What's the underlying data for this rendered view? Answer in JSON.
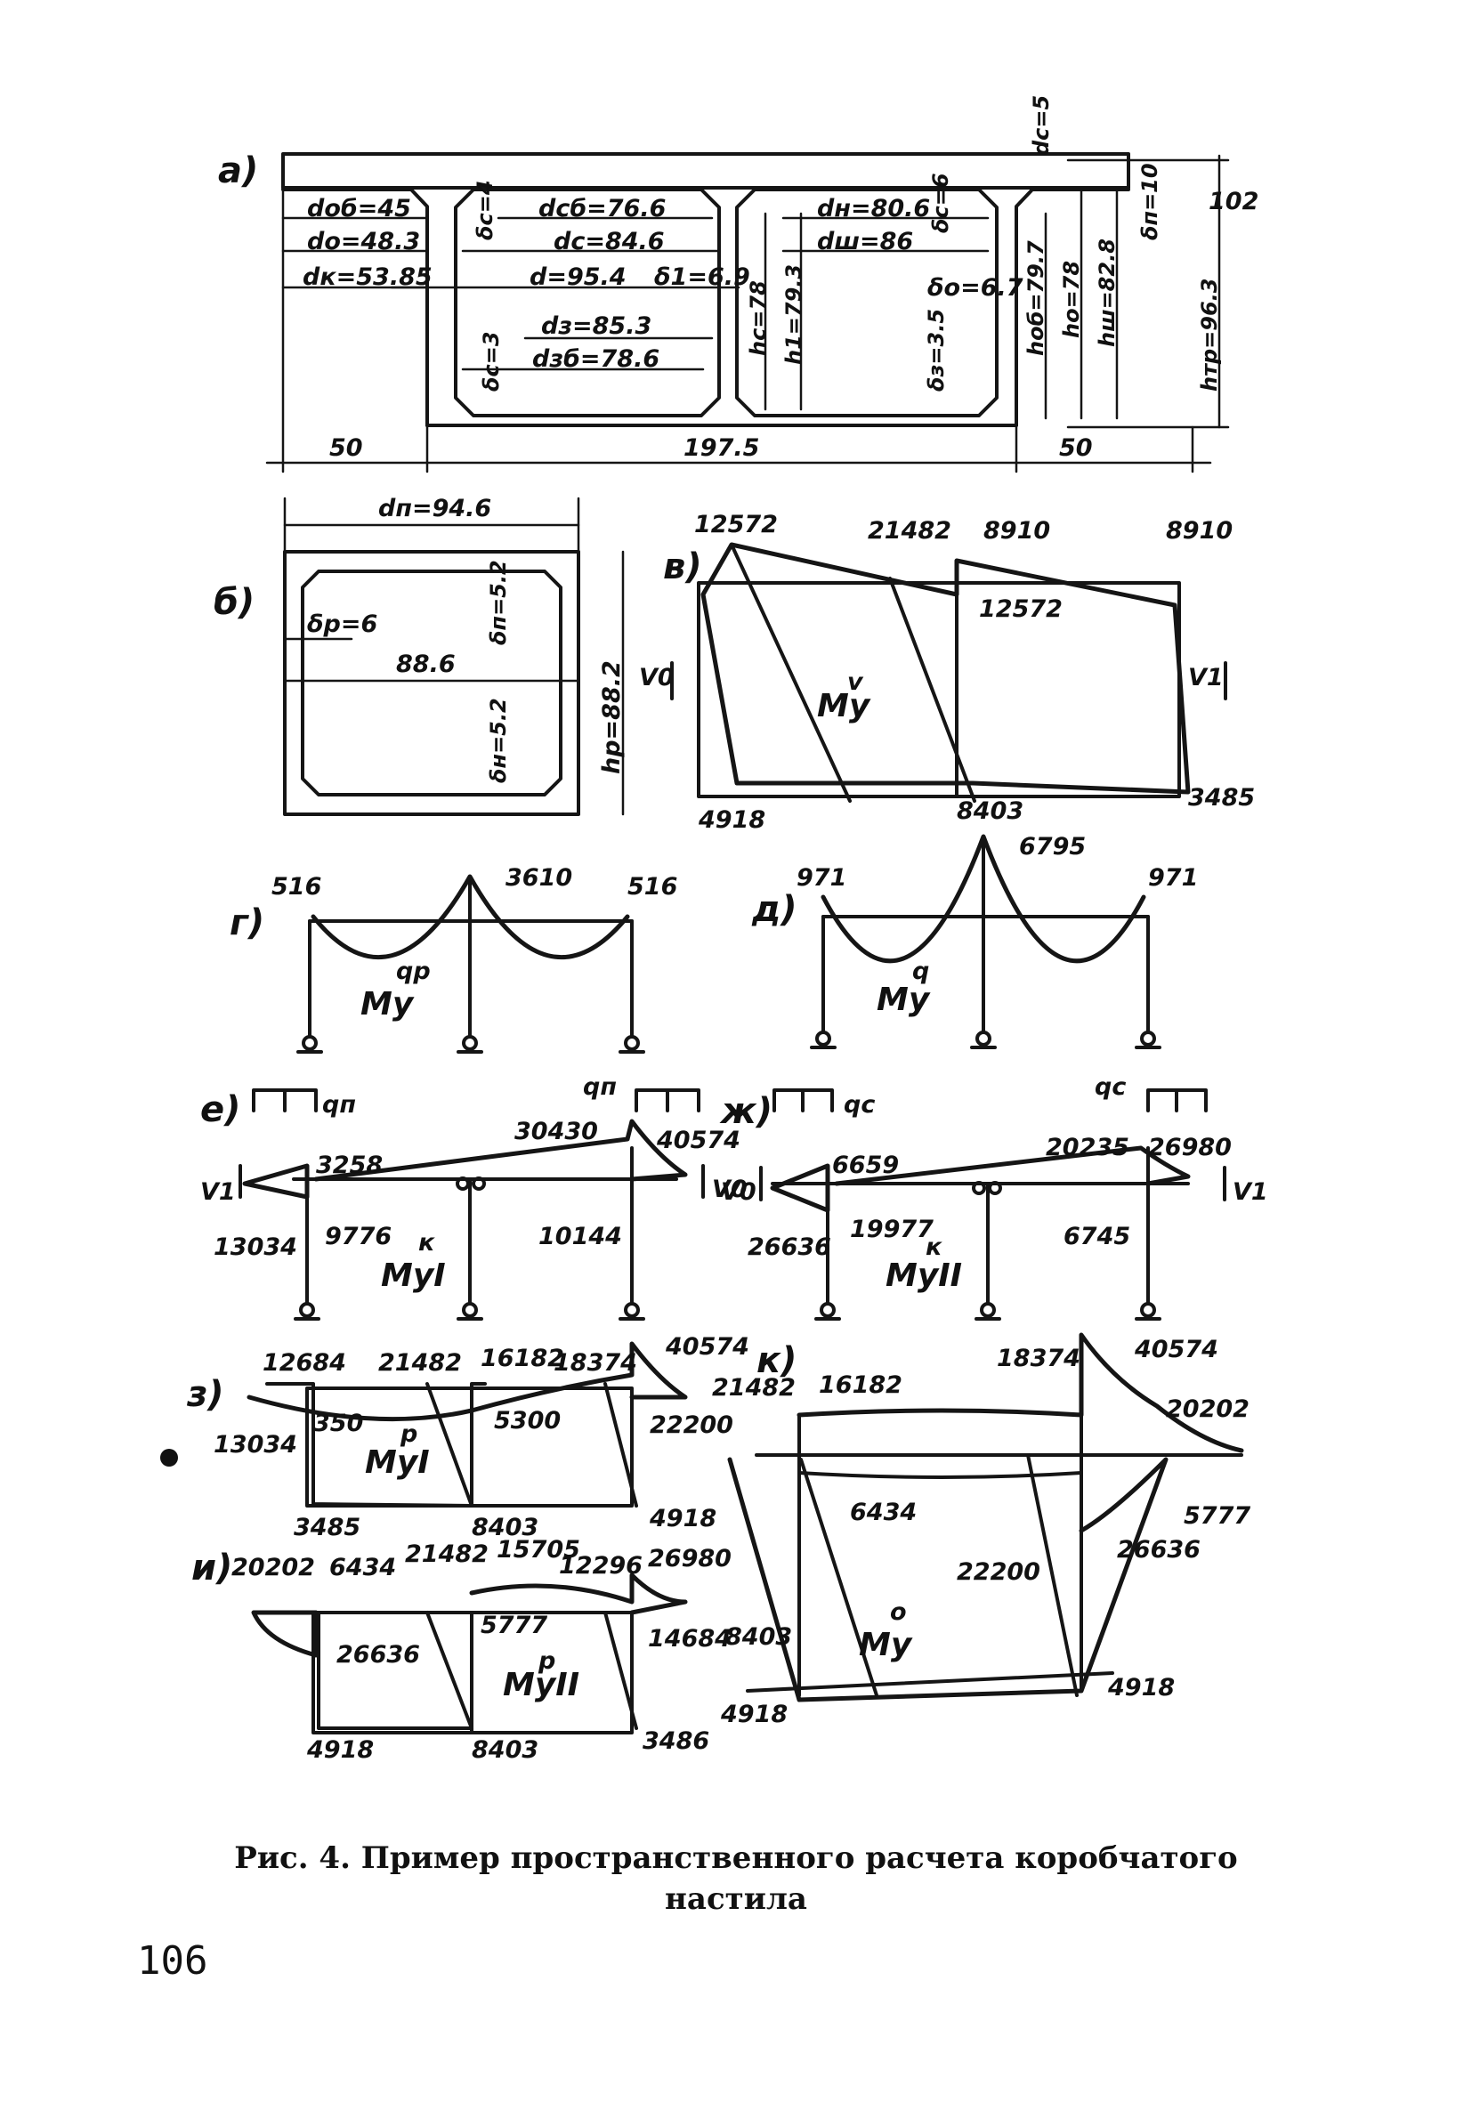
{
  "caption": {
    "line1": "Рис. 4. Пример пространственного расчета коробчатого",
    "line2": "настила"
  },
  "page_number": "106",
  "panels": {
    "a": {
      "label": "а)",
      "dims": [
        "dоб=45",
        "dо=48.3",
        "dк=53.85",
        "dсб=76.6",
        "dс=84.6",
        "d=95.4",
        "δ1=6.9",
        "dз=85.3",
        "dзб=78.6",
        "dн=80.6",
        "dш=86",
        "δо=6.7",
        "δс=6",
        "δз=3.5",
        "hс=78",
        "h1=79.3",
        "hоб=79.7",
        "hо=78",
        "hш=82.8",
        "δп=10",
        "hтр=96.3",
        "102",
        "dс=5",
        "δс=4",
        "δс=3"
      ],
      "spans": [
        "50",
        "197.5",
        "50"
      ]
    },
    "b": {
      "label": "б)",
      "dims": [
        "dп=94.6",
        "δр=6",
        "88.6",
        "δп=5.2",
        "δн=5.2",
        "hр=88.2",
        "V0"
      ]
    },
    "v": {
      "label": "в)",
      "values": [
        "12572",
        "21482",
        "8910",
        "8910",
        "12572",
        "4918",
        "8403",
        "3485"
      ],
      "moment": "Mу",
      "moment_sup": "v",
      "force": "V1"
    },
    "g": {
      "label": "г)",
      "values": [
        "516",
        "3610",
        "516"
      ],
      "moment": "Mу",
      "moment_sup": "qр"
    },
    "d": {
      "label": "д)",
      "values": [
        "971",
        "6795",
        "971"
      ],
      "moment": "Mу",
      "moment_sup": "q"
    },
    "e": {
      "label": "е)",
      "loads": [
        "qп",
        "qп"
      ],
      "values": [
        "3258",
        "13034",
        "9776",
        "30430",
        "40574",
        "10144"
      ],
      "forces": [
        "V1",
        "V0"
      ],
      "moment": "MуI",
      "moment_sup": "к"
    },
    "zh": {
      "label": "ж)",
      "loads": [
        "qс",
        "qс"
      ],
      "values": [
        "6659",
        "26636",
        "19977",
        "20235",
        "26980",
        "6745"
      ],
      "forces": [
        "V0",
        "V1"
      ],
      "moment": "MуII",
      "moment_sup": "к"
    },
    "z": {
      "label": "з)",
      "values": [
        "12684",
        "21482",
        "16182",
        "18374",
        "40574",
        "13034",
        "350",
        "5300",
        "22200",
        "3485",
        "8403",
        "4918"
      ],
      "moment": "MуI",
      "moment_sup": "р"
    },
    "i": {
      "label": "и)",
      "values": [
        "20202",
        "6434",
        "21482",
        "15705",
        "12296",
        "26980",
        "26636",
        "5777",
        "14684",
        "4918",
        "8403",
        "3486"
      ],
      "moment": "MуII",
      "moment_sup": "р"
    },
    "k": {
      "label": "к)",
      "values": [
        "21482",
        "16182",
        "18374",
        "40574",
        "20202",
        "6434",
        "22200",
        "5777",
        "26636",
        "8403",
        "4918",
        "4918"
      ],
      "moment": "Mу",
      "moment_sup": "о"
    }
  }
}
